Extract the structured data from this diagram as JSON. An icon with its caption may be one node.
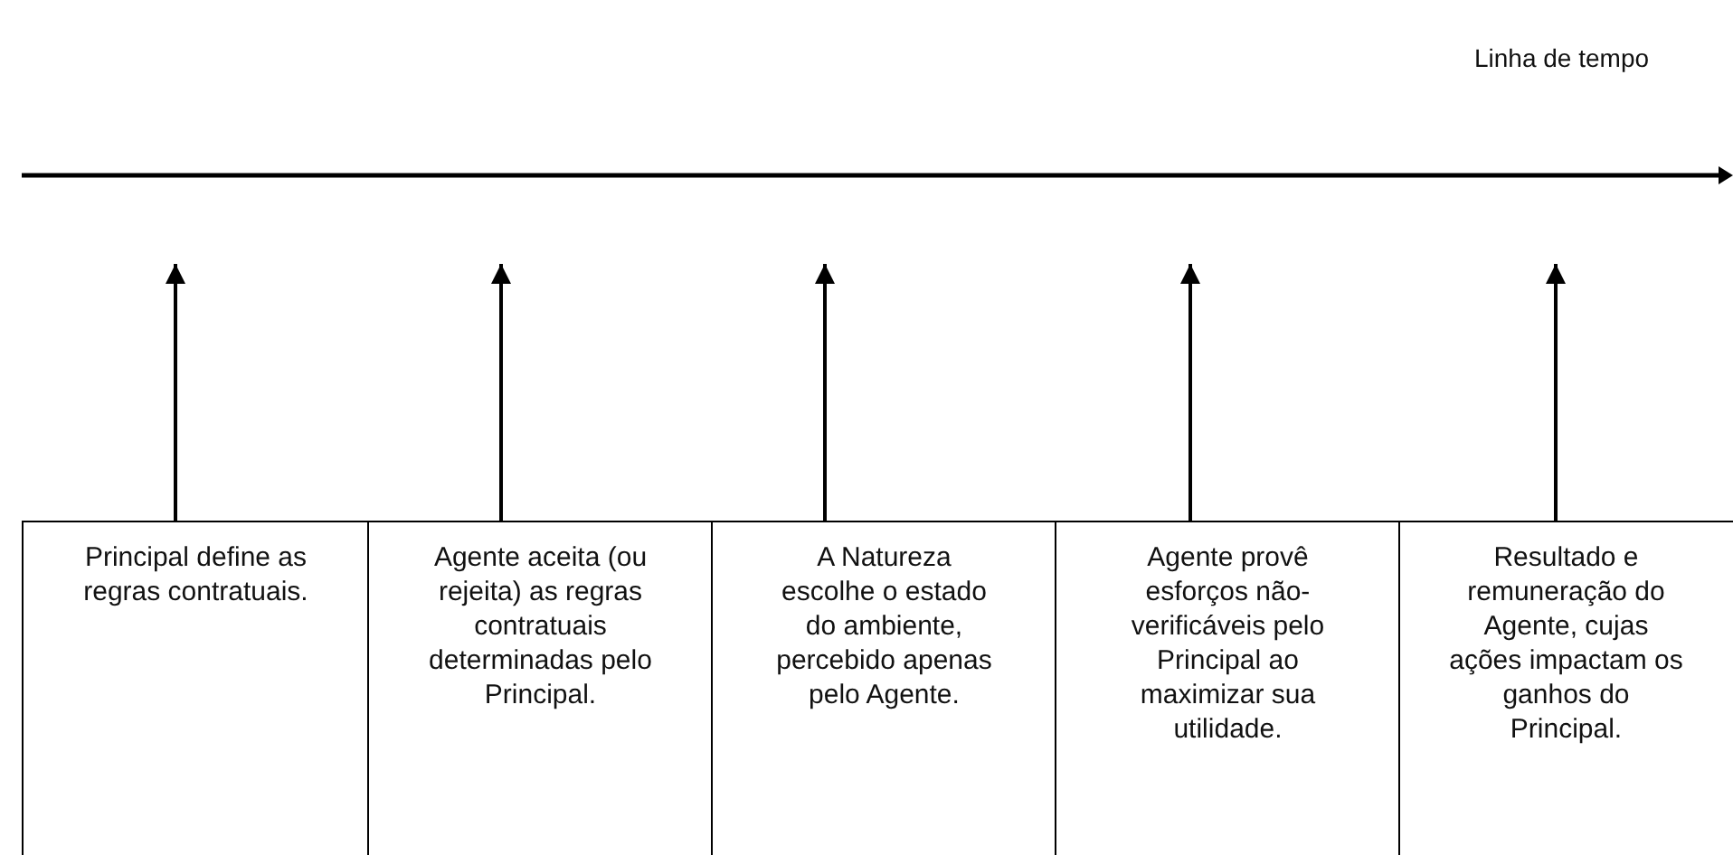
{
  "diagram": {
    "nodes": [
      {
        "text": [
          "Principal define as regras contratuais."
        ]
      },
      {
        "text": [
          "Agente aceita (ou rejeita) as regras contratuais determinadas pelo Principal."
        ]
      },
      {
        "text": [
          "A Natureza escolhe o estado do ambiente, percebido apenas pelo Agente."
        ]
      },
      {
        "text": [
          "Agente provê esforços não-verificáveis pelo Principal ao maximizar sua utilidade."
        ]
      },
      {
        "text": [
          "Resultado e remuneração do Agente, cujas ações impactam os ganhos do Principal."
        ]
      }
    ],
    "edges": [
      {
        "from": 0,
        "to": null,
        "arrow": "to"
      },
      {
        "from": 1,
        "to": null,
        "arrow": "to"
      },
      {
        "from": 2,
        "to": null,
        "arrow": "to"
      },
      {
        "from": 3,
        "to": null,
        "arrow": "to"
      },
      {
        "from": 4,
        "to": null,
        "arrow": "to"
      }
    ],
    "labels": [
      "Linha de tempo"
    ]
  }
}
